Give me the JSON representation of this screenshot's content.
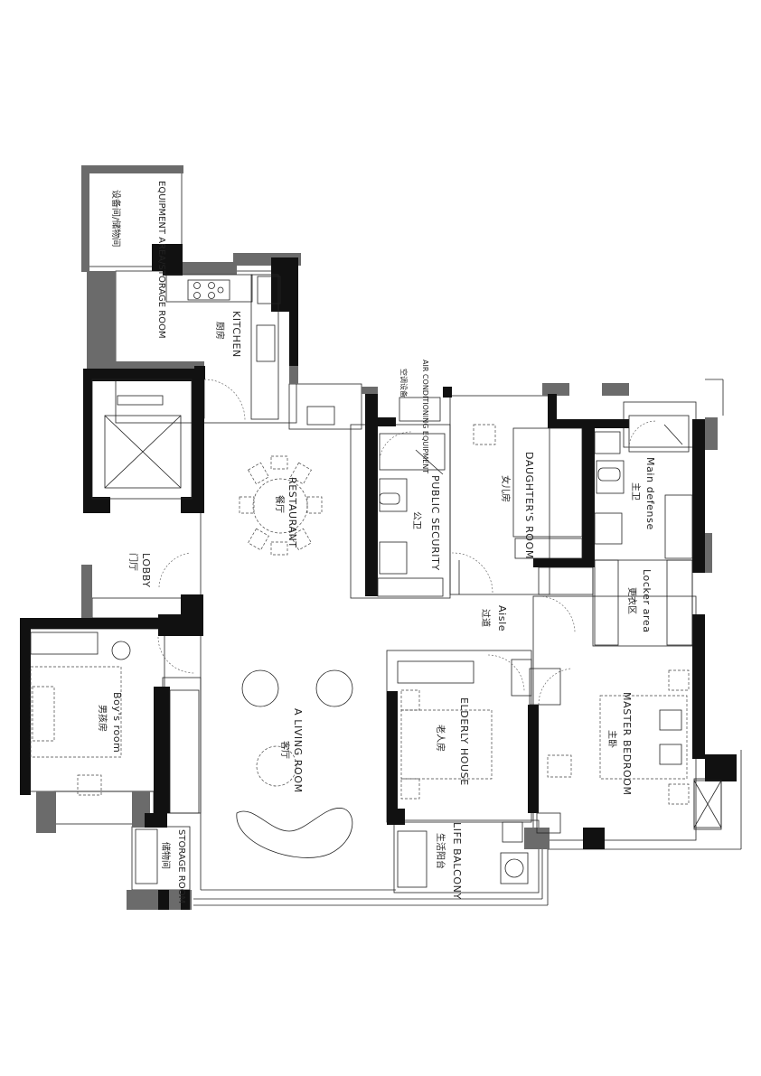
{
  "rooms": {
    "equipment": {
      "en": "EQUIPMENT AREA/STORAGE ROOM",
      "cn": "设备间/储物间"
    },
    "kitchen": {
      "en": "KITCHEN",
      "cn": "厨房"
    },
    "restaurant": {
      "en": "RESTAURANT",
      "cn": "餐厅"
    },
    "lobby": {
      "en": "LOBBY",
      "cn": "门厅"
    },
    "boys_room": {
      "en": "Boy's room",
      "cn": "男孩房"
    },
    "storage_room": {
      "en": "STORAGE ROOM",
      "cn": "储物间"
    },
    "living_room": {
      "en": "A LIVING ROOM",
      "cn": "客厅"
    },
    "air_conditioning": {
      "en": "AIR CONDITIONING EQUIPMENT",
      "cn": "空调设备"
    },
    "public_security": {
      "en": "PUBLIC SECURITY",
      "cn": "公卫"
    },
    "daughters_room": {
      "en": "DAUGHTER'S ROOM",
      "cn": "女儿房"
    },
    "main_defense": {
      "en": "Main defense",
      "cn": "主卫"
    },
    "locker_area": {
      "en": "Locker area",
      "cn": "更衣区"
    },
    "aisle": {
      "en": "Aisle",
      "cn": "过道"
    },
    "elderly_house": {
      "en": "ELDERLY HOUSE",
      "cn": "老人房"
    },
    "master_bedroom": {
      "en": "MASTER BEDROOM",
      "cn": "主卧"
    },
    "life_balcony": {
      "en": "LIFE BALCONY",
      "cn": "生活阳台"
    }
  },
  "colors": {
    "wall": "#111111",
    "partition": "#6b6b6b",
    "line": "#222222"
  }
}
